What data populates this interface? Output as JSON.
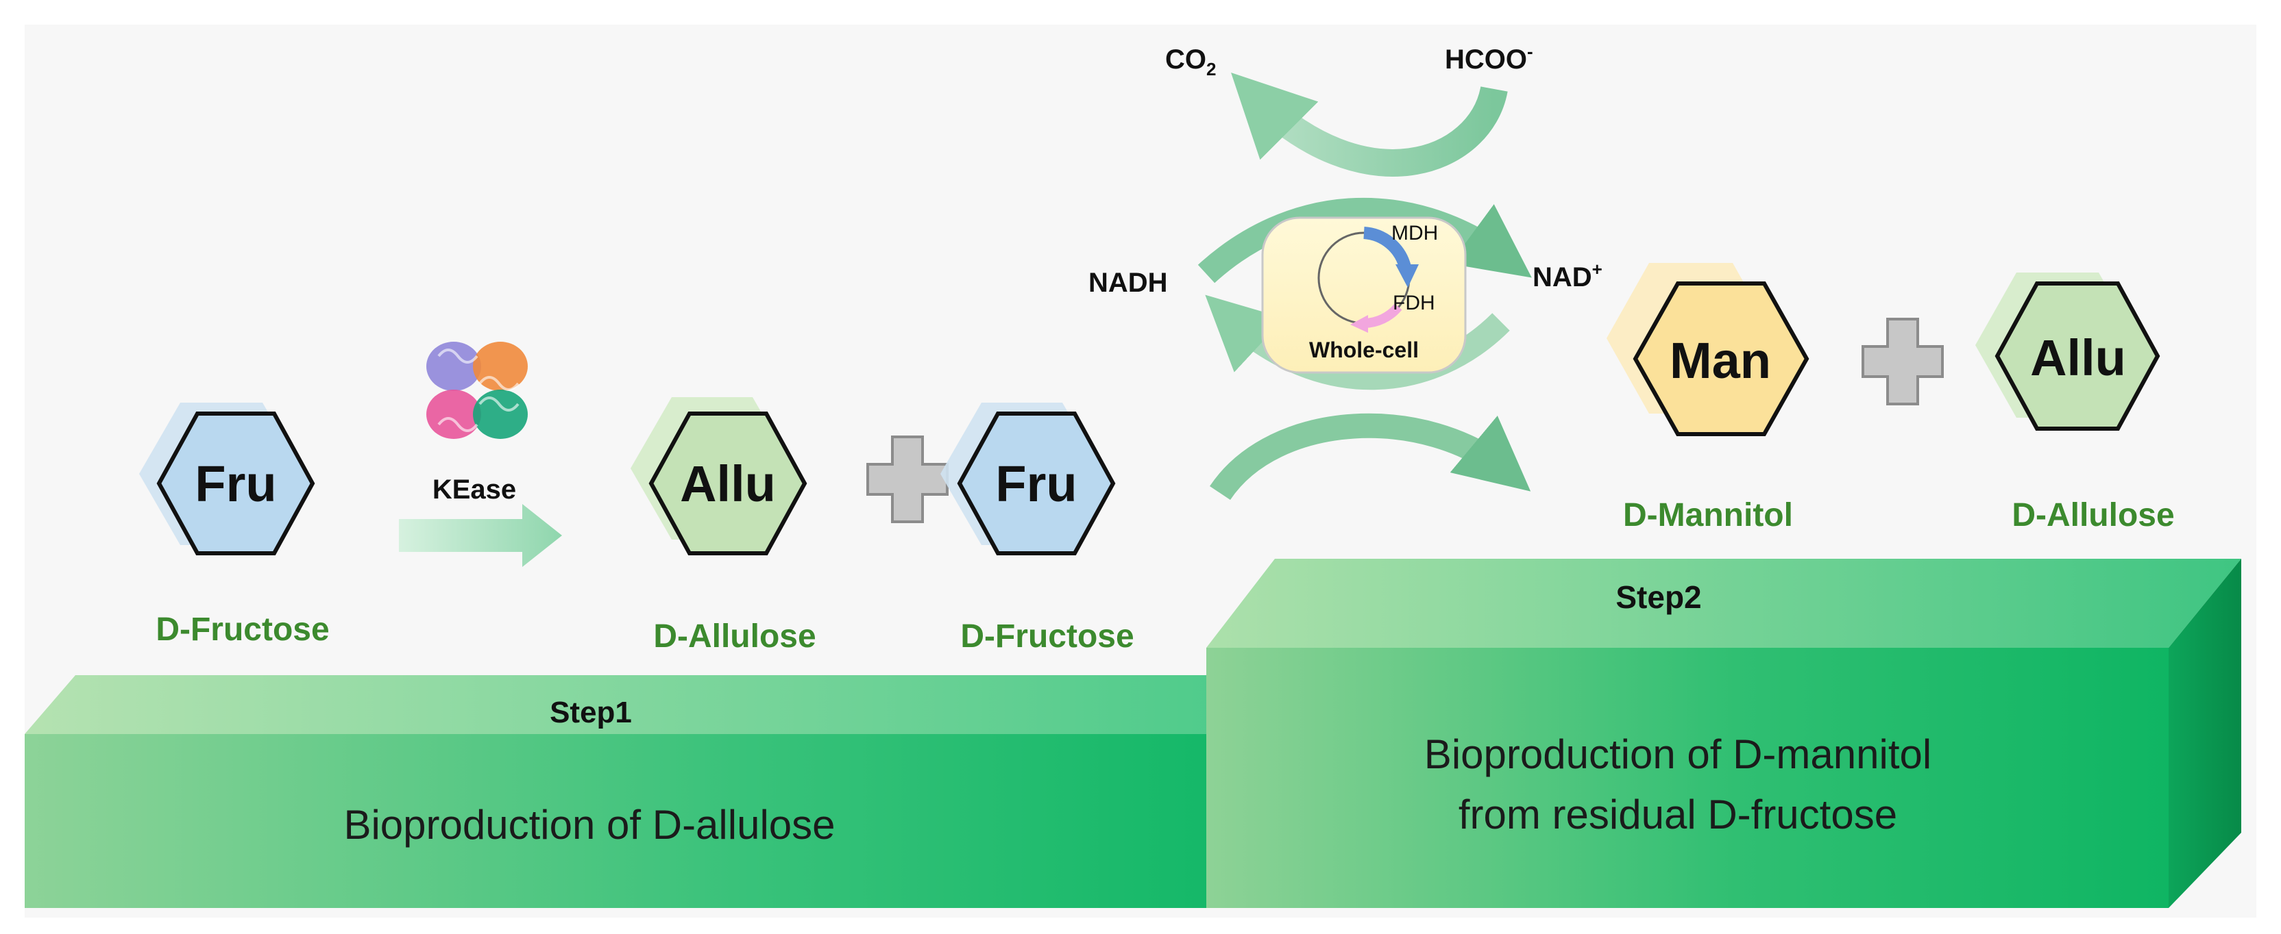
{
  "step1": {
    "label": "Step1",
    "description": "Bioproduction of D-allulose",
    "enzyme": "KEase",
    "substrate": {
      "abbr": "Fru",
      "name": "D-Fructose"
    },
    "products": [
      {
        "abbr": "Allu",
        "name": "D-Allulose"
      },
      {
        "abbr": "Fru",
        "name": "D-Fructose"
      }
    ]
  },
  "step2": {
    "label": "Step2",
    "description_line1": "Bioproduction of D-mannitol",
    "description_line2": "from residual D-fructose",
    "products": [
      {
        "abbr": "Man",
        "name": "D-Mannitol"
      },
      {
        "abbr": "Allu",
        "name": "D-Allulose"
      }
    ],
    "cycle": {
      "co2": "CO",
      "co2_sub": "2",
      "formate": "HCOO",
      "formate_sup": "-",
      "nadh": "NADH",
      "nad": "NAD",
      "nad_sup": "+",
      "enzyme_top": "MDH",
      "enzyme_bottom": "FDH",
      "cell_label": "Whole-cell"
    }
  },
  "colors": {
    "name_green": "#3c8a2e",
    "fru_fill": "#b9d8ef",
    "allu_fill": "#c4e2b6",
    "man_fill": "#fbe19a",
    "step_green": "#1fbd6b",
    "mdh_arrow": "#5b8ed6",
    "fdh_arrow": "#f2a6de"
  }
}
